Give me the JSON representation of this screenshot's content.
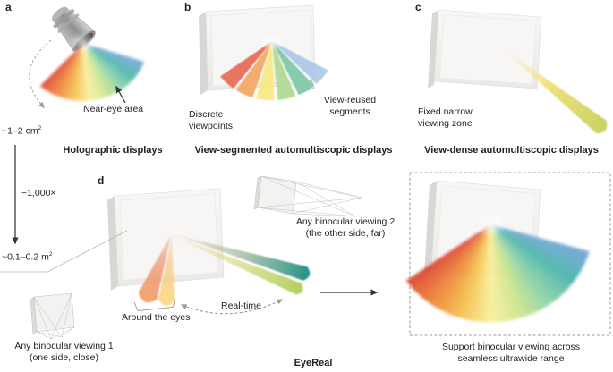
{
  "figure": {
    "panel_a": {
      "letter": "a",
      "area": {
        "base": "~1–2 cm",
        "sup": "2"
      },
      "near_eye_label": "Near-eye area",
      "title": "Holographic displays"
    },
    "panel_b": {
      "letter": "b",
      "discrete_label": "Discrete\nviewpoints",
      "view_reused_label": "View-reused\nsegments",
      "title": "View-segmented automultiscopic displays"
    },
    "panel_c": {
      "letter": "c",
      "fixed_label": "Fixed narrow\nviewing zone",
      "title": "View-dense automultiscopic displays"
    },
    "panel_d": {
      "letter": "d",
      "scale_label": "~1,000×",
      "area": {
        "base": "~0.1–0.2 m",
        "sup": "2"
      },
      "binocular1_label": "Any binocular viewing 1\n(one side, close)",
      "binocular2_label": "Any binocular viewing 2\n(the other side, far)",
      "around_eyes_label": "Around the eyes",
      "realtime_label": "Real-time",
      "title": "EyeReal",
      "support_label": "Support binocular viewing across\nseamless ultrawide range"
    }
  },
  "colors": {
    "text": "#231f20",
    "arrow_dark": "#333333",
    "dashed_gray": "#9b9b9b",
    "leader_gray": "#b5b5b5",
    "display_face": "#f2f1ee",
    "display_side": "#d8d7d4",
    "rainbow": [
      "#db4731",
      "#ee8136",
      "#f5bd4a",
      "#f9ef9a",
      "#c8e48d",
      "#85d0a8",
      "#49b3ab",
      "#6fa6d4"
    ],
    "segments": [
      "#e76450",
      "#f3a45c",
      "#f9e97e",
      "#aad98e",
      "#74c7a3",
      "#a9c6e8"
    ],
    "beam_yellow": [
      "#fcf5cf",
      "#f1e07c",
      "#c9d463"
    ],
    "cone_red": [
      "#e2512c",
      "#f4a473"
    ],
    "cone_yellow": [
      "#f0a94a",
      "#f9db8f"
    ],
    "beam_teal": [
      "#d8b97e",
      "#2e948a"
    ],
    "beam_lime": [
      "#eccf78",
      "#b3d15e"
    ]
  }
}
